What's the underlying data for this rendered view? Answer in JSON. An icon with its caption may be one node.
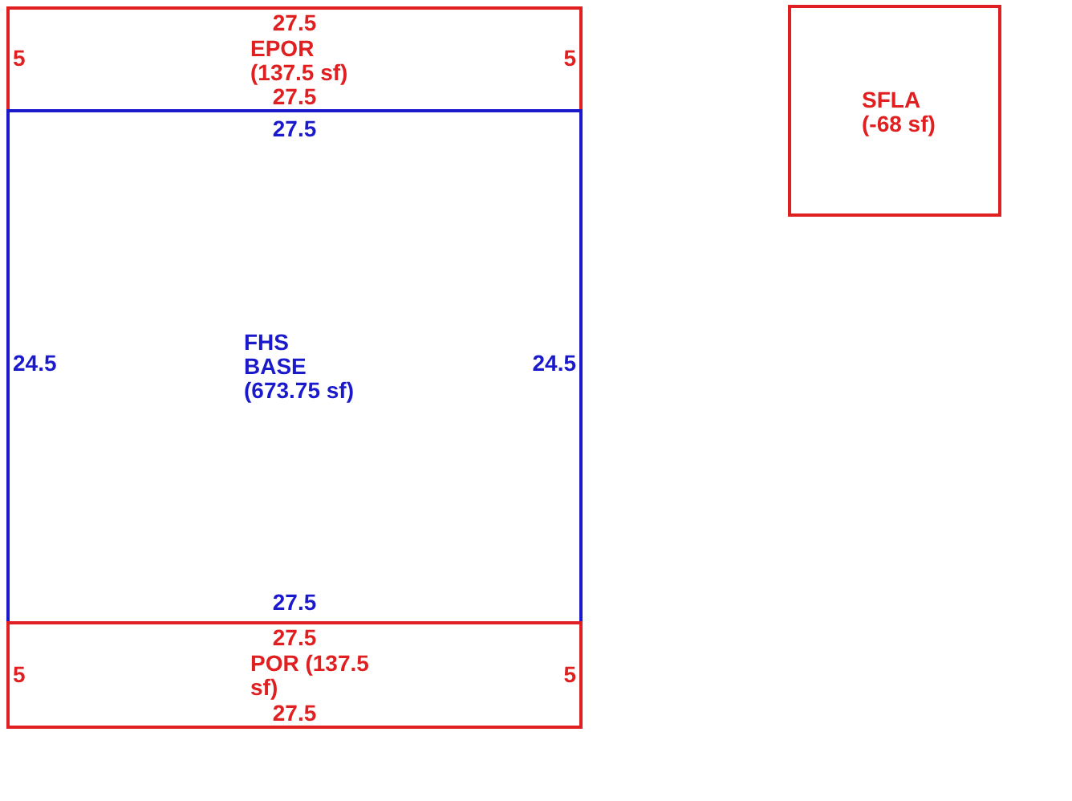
{
  "diagram": {
    "nodes": [
      {
        "text": [
          "27.5",
          "5",
          "EPOR (137.5 sf)",
          "5",
          "27.5"
        ]
      },
      {
        "text": [
          "27.5",
          "24.5",
          "FHS BASE (673.75 sf)",
          "24.5",
          "27.5"
        ]
      },
      {
        "text": [
          "27.5",
          "5",
          "POR (137.5 sf)",
          "5",
          "27.5"
        ]
      },
      {
        "text": [
          "SFLA (-68 sf)"
        ]
      }
    ]
  }
}
